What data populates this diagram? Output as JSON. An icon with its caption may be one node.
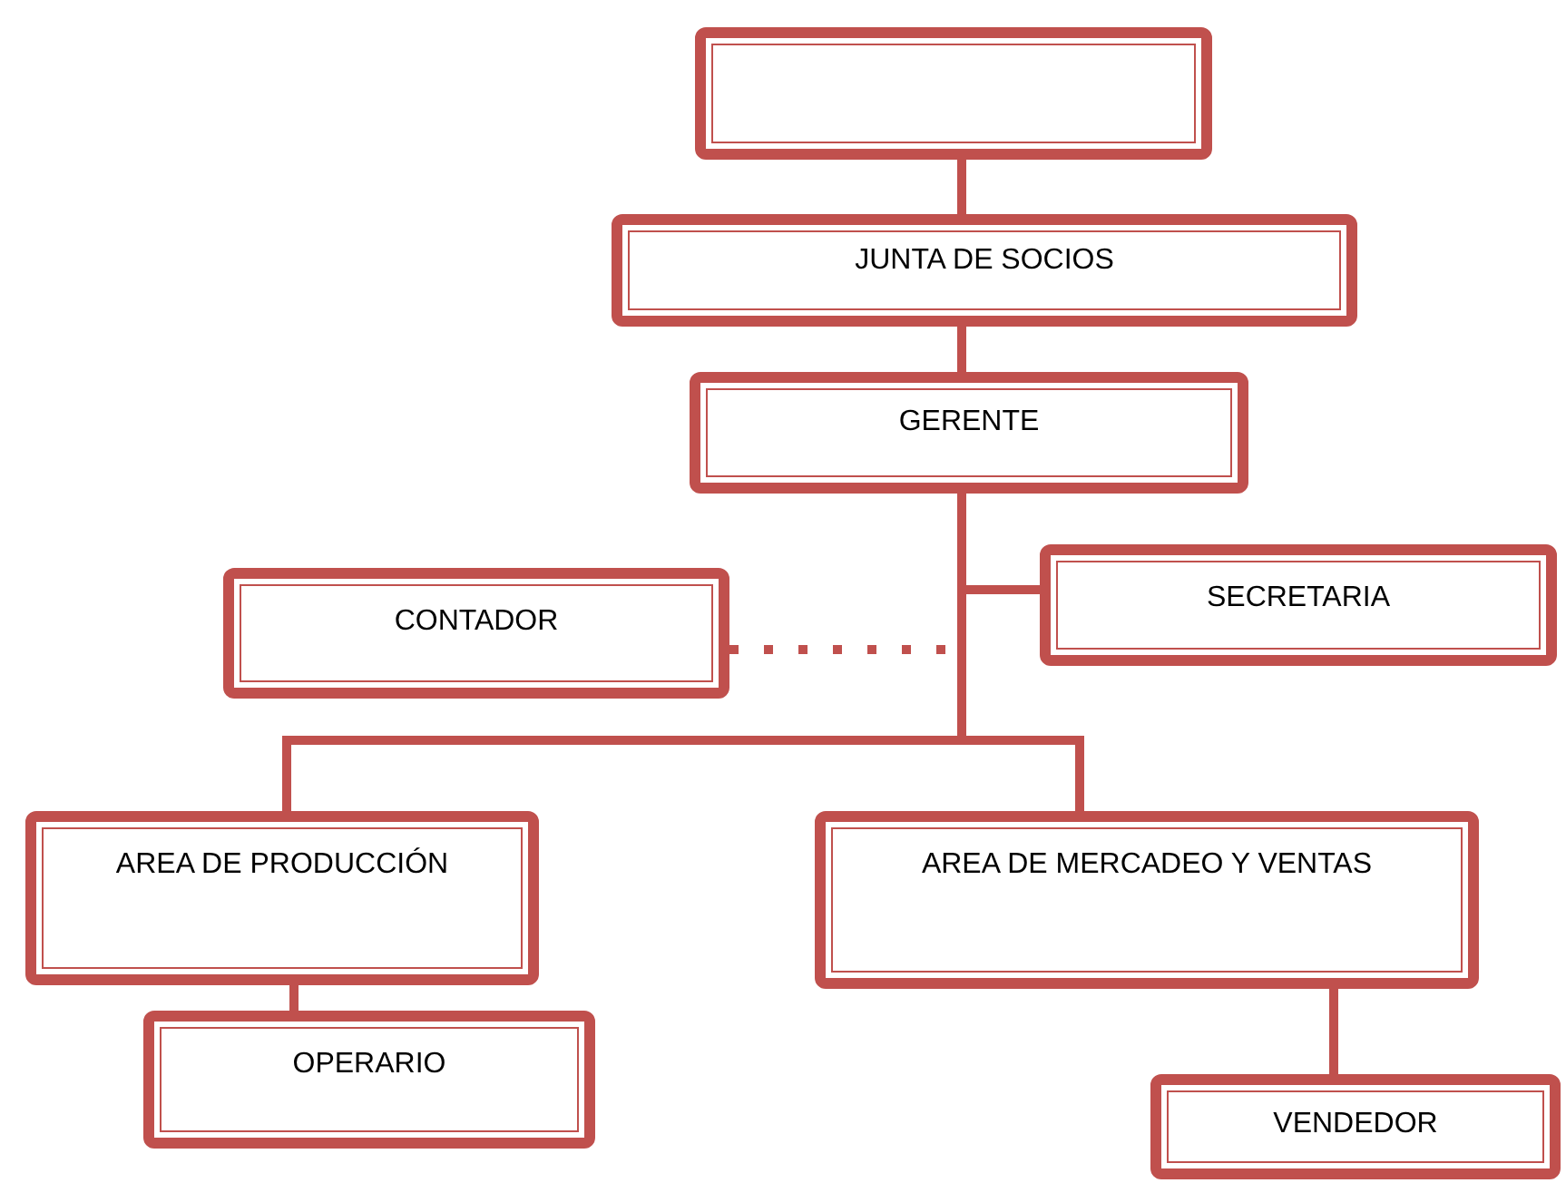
{
  "diagram": {
    "nodes": [
      {
        "text": [],
        "shape": "box"
      },
      {
        "text": [
          "JUNTA DE SOCIOS"
        ]
      },
      {
        "text": [
          "GERENTE"
        ]
      },
      {
        "text": [
          "CONTADOR"
        ]
      },
      {
        "text": [
          "SECRETARIA"
        ]
      },
      {
        "text": [
          "AREA DE PRODUCCIÓN"
        ]
      },
      {
        "text": [
          "AREA DE MERCADEO Y VENTAS"
        ]
      },
      {
        "text": [
          "OPERARIO"
        ]
      },
      {
        "text": [
          "VENDEDOR"
        ]
      }
    ],
    "edges": [
      {
        "from": 0,
        "to": 1,
        "arrow": "none"
      },
      {
        "from": 1,
        "to": 2,
        "arrow": "none"
      },
      {
        "from": 2,
        "to": 4,
        "arrow": "none"
      },
      {
        "from": 2,
        "to": 3,
        "arrow": "none",
        "style": "dashed"
      },
      {
        "from": 2,
        "to": 5,
        "arrow": "none"
      },
      {
        "from": 2,
        "to": 6,
        "arrow": "none"
      },
      {
        "from": 5,
        "to": 7,
        "arrow": "none"
      },
      {
        "from": 6,
        "to": 8,
        "arrow": "none"
      }
    ]
  }
}
